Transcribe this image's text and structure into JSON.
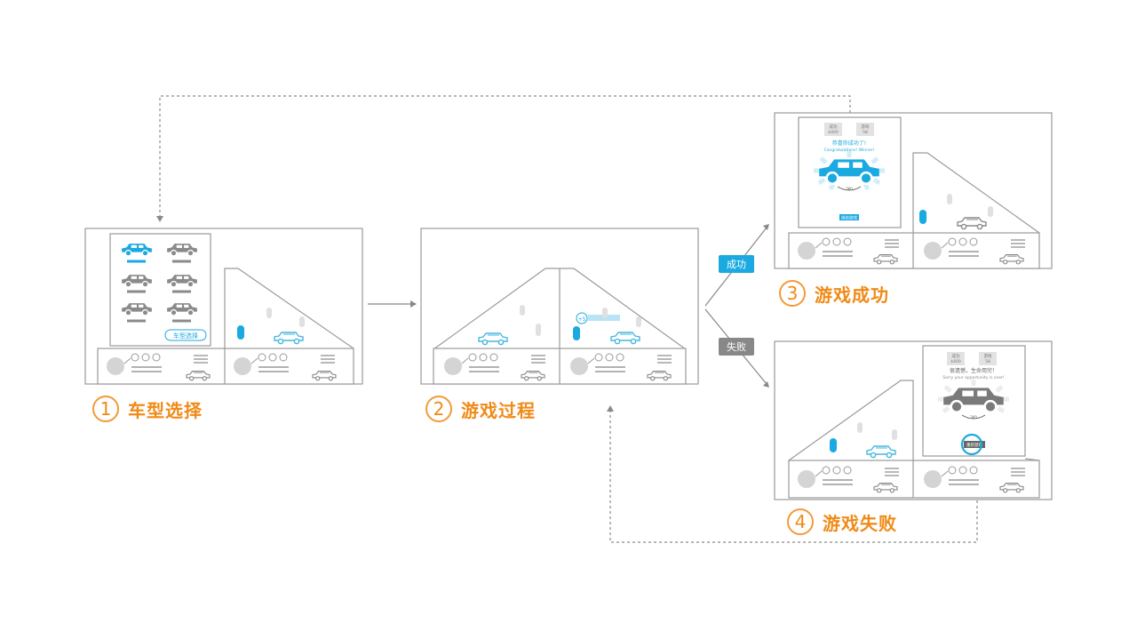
{
  "steps": [
    {
      "number": "1",
      "title": "车型选择"
    },
    {
      "number": "2",
      "title": "游戏过程"
    },
    {
      "number": "3",
      "title": "游戏成功"
    },
    {
      "number": "4",
      "title": "游戏失败"
    }
  ],
  "branches": {
    "success": "成功",
    "fail": "失败"
  },
  "screen1": {
    "select_button": "车型选择"
  },
  "screen2": {
    "bonus": "+5"
  },
  "success_popup": {
    "stat1_label": "成功",
    "stat1_value": "$400",
    "stat2_label": "游戏",
    "stat2_value": "58",
    "title": "恭喜你成功了!",
    "subtitle": "Congratulations! Winner!",
    "rotate": "360",
    "button": "继续游戏"
  },
  "fail_popup": {
    "stat1_label": "成功",
    "stat1_value": "$400",
    "stat2_label": "游戏",
    "stat2_value": "58",
    "title": "很遗憾，生命用完！",
    "subtitle": "Sorry your opportunity is over!",
    "rotate": "360",
    "button": "重新游戏"
  },
  "colors": {
    "accent": "#1aa9e0",
    "label": "#f08a16",
    "line": "#9a9a9a",
    "gray_car": "#888888"
  }
}
